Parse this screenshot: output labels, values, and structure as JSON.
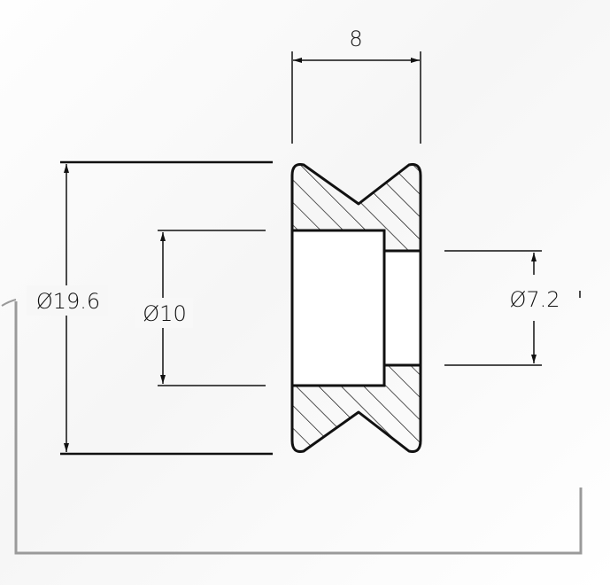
{
  "drawing": {
    "dimensions": {
      "width_label": "8",
      "outer_diameter_label": "Ø19.6",
      "bore_diameter_label": "Ø10",
      "inner_diameter_label": "Ø7.2"
    }
  }
}
